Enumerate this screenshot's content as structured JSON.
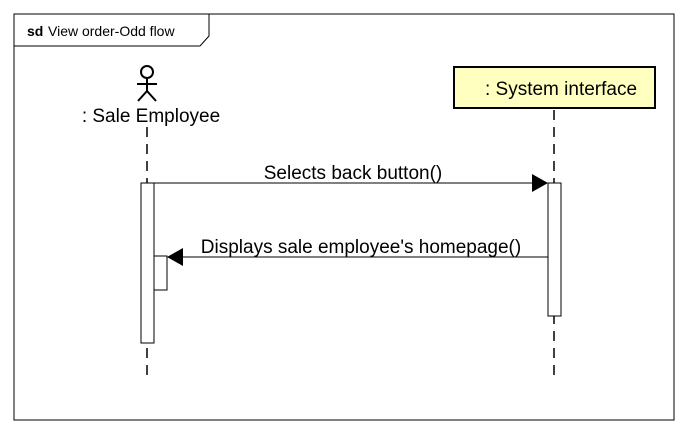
{
  "frame": {
    "keyword": "sd",
    "title": "View order-Odd flow"
  },
  "participants": [
    {
      "kind": "actor",
      "label": ": Sale Employee"
    },
    {
      "kind": "object",
      "label": ": System interface",
      "fill": "#ffffc0"
    }
  ],
  "messages": [
    {
      "from": ": Sale Employee",
      "to": ": System interface",
      "label": "Selects back button()"
    },
    {
      "from": ": System interface",
      "to": ": Sale Employee",
      "label": "Displays sale employee's homepage()"
    }
  ]
}
